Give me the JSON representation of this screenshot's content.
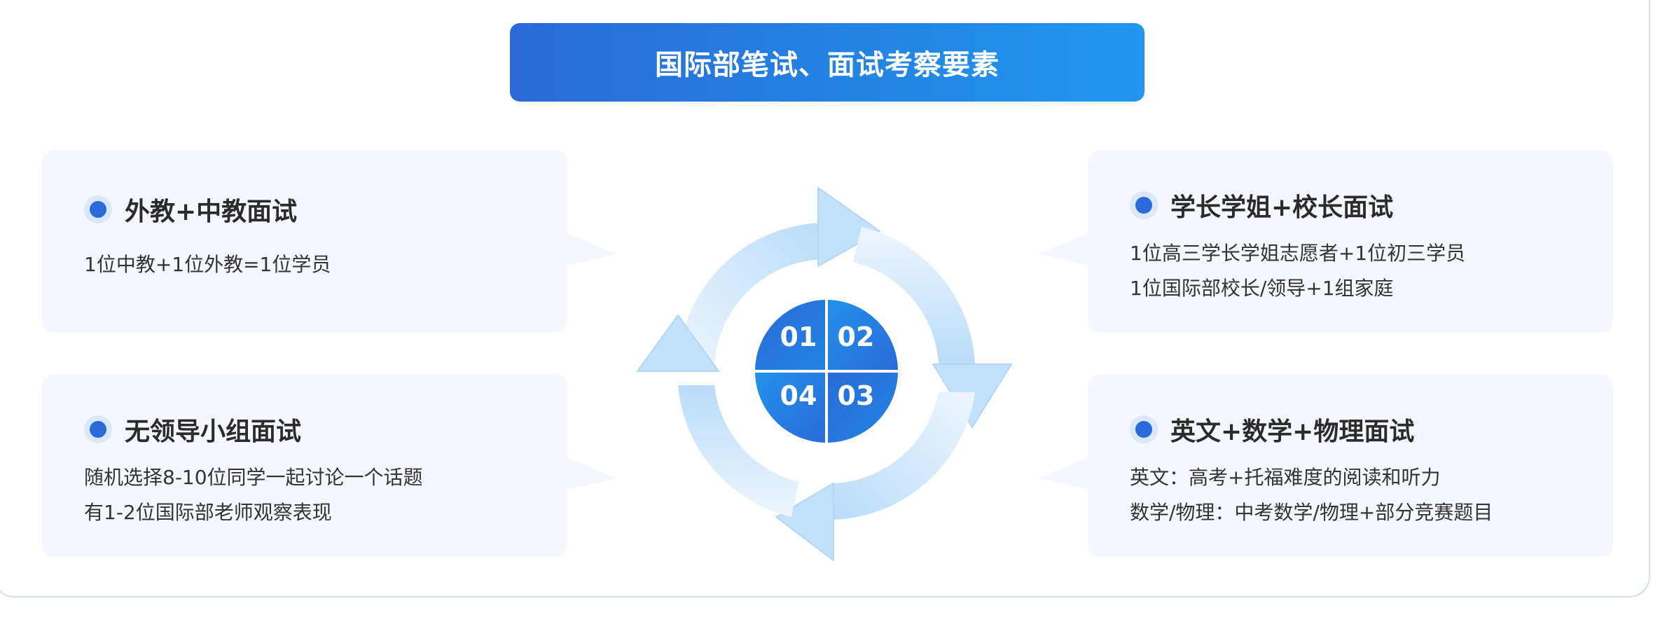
{
  "title": "国际部笔试、面试考察要素",
  "cards": {
    "top_left": {
      "title": "外教+中教面试",
      "lines": [
        "1位中教+1位外教=1位学员"
      ]
    },
    "bottom_left": {
      "title": "无领导小组面试",
      "lines": [
        "随机选择8-10位同学一起讨论一个话题",
        "有1-2位国际部老师观察表现"
      ]
    },
    "top_right": {
      "title": "学长学姐+校长面试",
      "lines": [
        "1位高三学长学姐志愿者+1位初三学员",
        "1位国际部校长/领导+1组家庭"
      ]
    },
    "bottom_right": {
      "title": "英文+数学+物理面试",
      "lines": [
        "英文：高考+托福难度的阅读和听力",
        "数学/物理：中考数学/物理+部分竞赛题目"
      ]
    }
  },
  "center": {
    "quadrants": [
      "01",
      "02",
      "04",
      "03"
    ]
  },
  "colors": {
    "accent": "#2a6ad9",
    "banner_start": "#2a6ad9",
    "banner_end": "#2196ee",
    "card_bg": "#f4f8fe",
    "arrow_light": "#e9f3fd",
    "arrow_dark": "#b9dcfa"
  }
}
